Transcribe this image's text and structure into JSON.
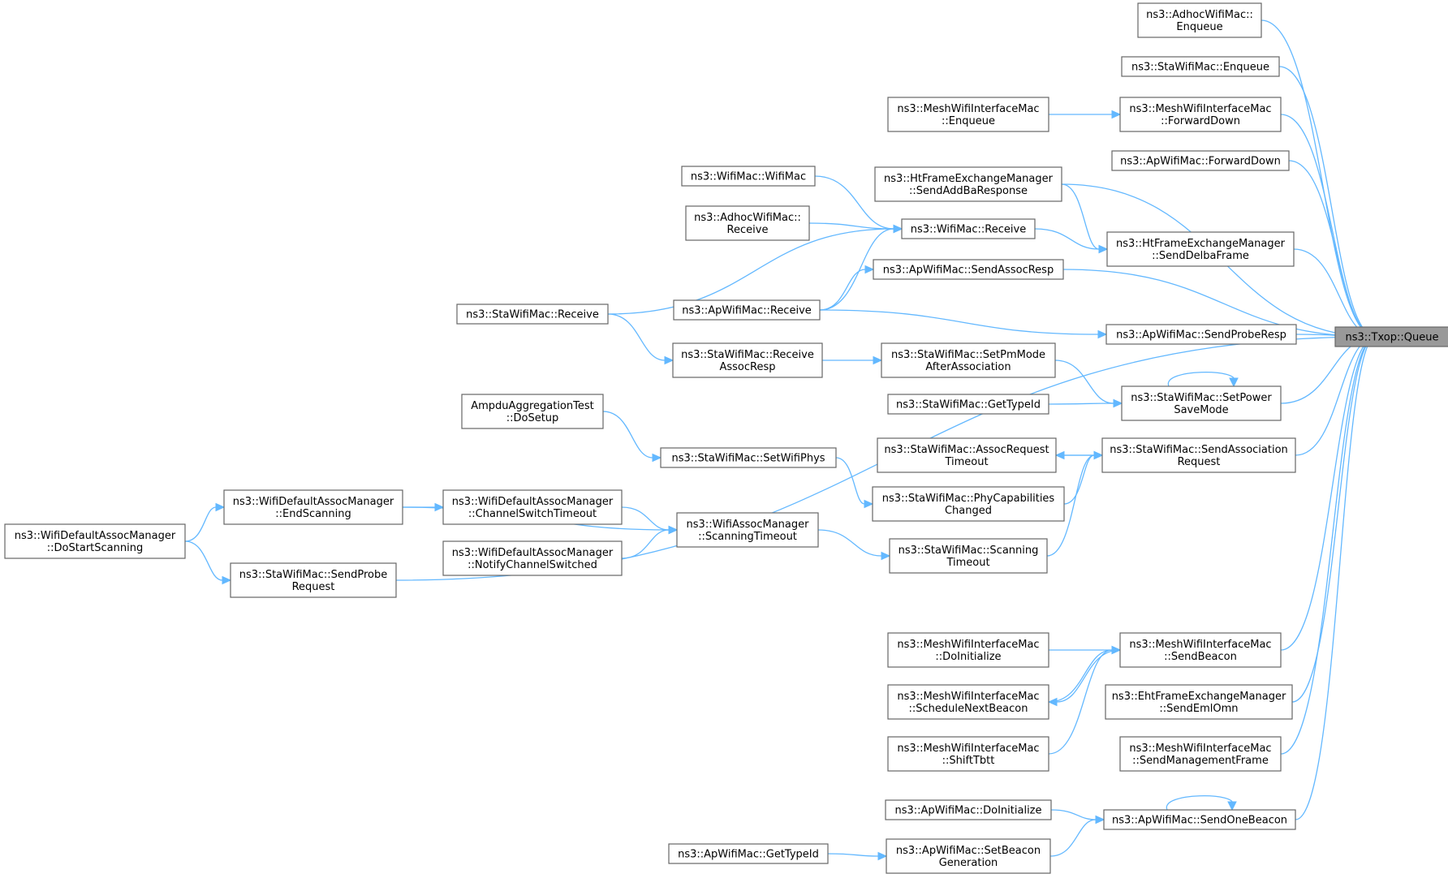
{
  "colors": {
    "edge": "#63b8ff",
    "node_border": "#666666",
    "node_fill": "#ffffff",
    "focus_fill": "#999999",
    "background": "#ffffff"
  },
  "nodes": [
    {
      "id": "queue",
      "lines": [
        "ns3::Txop::Queue"
      ],
      "focus": true
    },
    {
      "id": "adhoc_enqueue",
      "lines": [
        "ns3::AdhocWifiMac::",
        "Enqueue"
      ]
    },
    {
      "id": "sta_enqueue",
      "lines": [
        "ns3::StaWifiMac::Enqueue"
      ]
    },
    {
      "id": "mesh_enqueue",
      "lines": [
        "ns3::MeshWifiInterfaceMac",
        "::Enqueue"
      ]
    },
    {
      "id": "mesh_forwarddown",
      "lines": [
        "ns3::MeshWifiInterfaceMac",
        "::ForwardDown"
      ]
    },
    {
      "id": "ap_forwarddown",
      "lines": [
        "ns3::ApWifiMac::ForwardDown"
      ]
    },
    {
      "id": "ht_sendaddba",
      "lines": [
        "ns3::HtFrameExchangeManager",
        "::SendAddBaResponse"
      ]
    },
    {
      "id": "wifimac_ctor",
      "lines": [
        "ns3::WifiMac::WifiMac"
      ]
    },
    {
      "id": "adhoc_receive",
      "lines": [
        "ns3::AdhocWifiMac::",
        "Receive"
      ]
    },
    {
      "id": "wifimac_receive",
      "lines": [
        "ns3::WifiMac::Receive"
      ]
    },
    {
      "id": "ht_senddelba",
      "lines": [
        "ns3::HtFrameExchangeManager",
        "::SendDelbaFrame"
      ]
    },
    {
      "id": "ap_sendassocresp",
      "lines": [
        "ns3::ApWifiMac::SendAssocResp"
      ]
    },
    {
      "id": "sta_receive",
      "lines": [
        "ns3::StaWifiMac::Receive"
      ]
    },
    {
      "id": "ap_receive",
      "lines": [
        "ns3::ApWifiMac::Receive"
      ]
    },
    {
      "id": "ap_sendproberesp",
      "lines": [
        "ns3::ApWifiMac::SendProbeResp"
      ]
    },
    {
      "id": "sta_receiveassocresp",
      "lines": [
        "ns3::StaWifiMac::Receive",
        "AssocResp"
      ]
    },
    {
      "id": "sta_setpmmode",
      "lines": [
        "ns3::StaWifiMac::SetPmMode",
        "AfterAssociation"
      ]
    },
    {
      "id": "sta_setpowersave",
      "lines": [
        "ns3::StaWifiMac::SetPower",
        "SaveMode"
      ]
    },
    {
      "id": "sta_gettypeid",
      "lines": [
        "ns3::StaWifiMac::GetTypeId"
      ]
    },
    {
      "id": "ampdu_dosetup",
      "lines": [
        "AmpduAggregationTest",
        "::DoSetup"
      ]
    },
    {
      "id": "sta_assocreqtimeout",
      "lines": [
        "ns3::StaWifiMac::AssocRequest",
        "Timeout"
      ]
    },
    {
      "id": "sta_sendassocreq",
      "lines": [
        "ns3::StaWifiMac::SendAssociation",
        "Request"
      ]
    },
    {
      "id": "sta_setwifiphys",
      "lines": [
        "ns3::StaWifiMac::SetWifiPhys"
      ]
    },
    {
      "id": "wdam_endscanning",
      "lines": [
        "ns3::WifiDefaultAssocManager",
        "::EndScanning"
      ]
    },
    {
      "id": "wdam_chanswitchtimeout",
      "lines": [
        "ns3::WifiDefaultAssocManager",
        "::ChannelSwitchTimeout"
      ]
    },
    {
      "id": "sta_phycapchanged",
      "lines": [
        "ns3::StaWifiMac::PhyCapabilities",
        "Changed"
      ]
    },
    {
      "id": "wdam_dostartscanning",
      "lines": [
        "ns3::WifiDefaultAssocManager",
        "::DoStartScanning"
      ]
    },
    {
      "id": "wam_scanningtimeout",
      "lines": [
        "ns3::WifiAssocManager",
        "::ScanningTimeout"
      ]
    },
    {
      "id": "wdam_notifychanswitched",
      "lines": [
        "ns3::WifiDefaultAssocManager",
        "::NotifyChannelSwitched"
      ]
    },
    {
      "id": "sta_scanningtimeout",
      "lines": [
        "ns3::StaWifiMac::Scanning",
        "Timeout"
      ]
    },
    {
      "id": "sta_sendprobereq",
      "lines": [
        "ns3::StaWifiMac::SendProbe",
        "Request"
      ]
    },
    {
      "id": "mesh_doinitialize",
      "lines": [
        "ns3::MeshWifiInterfaceMac",
        "::DoInitialize"
      ]
    },
    {
      "id": "mesh_sendbeacon",
      "lines": [
        "ns3::MeshWifiInterfaceMac",
        "::SendBeacon"
      ]
    },
    {
      "id": "mesh_schedulenextbeacon",
      "lines": [
        "ns3::MeshWifiInterfaceMac",
        "::ScheduleNextBeacon"
      ]
    },
    {
      "id": "eht_sendemlomn",
      "lines": [
        "ns3::EhtFrameExchangeManager",
        "::SendEmlOmn"
      ]
    },
    {
      "id": "mesh_shifttbtt",
      "lines": [
        "ns3::MeshWifiInterfaceMac",
        "::ShiftTbtt"
      ]
    },
    {
      "id": "mesh_sendmgmtframe",
      "lines": [
        "ns3::MeshWifiInterfaceMac",
        "::SendManagementFrame"
      ]
    },
    {
      "id": "ap_doinitialize",
      "lines": [
        "ns3::ApWifiMac::DoInitialize"
      ]
    },
    {
      "id": "ap_sendonebeacon",
      "lines": [
        "ns3::ApWifiMac::SendOneBeacon"
      ]
    },
    {
      "id": "ap_gettypeid",
      "lines": [
        "ns3::ApWifiMac::GetTypeId"
      ]
    },
    {
      "id": "ap_setbeacongen",
      "lines": [
        "ns3::ApWifiMac::SetBeacon",
        "Generation"
      ]
    }
  ],
  "edges": [
    {
      "from": "adhoc_enqueue",
      "to": "queue"
    },
    {
      "from": "sta_enqueue",
      "to": "queue"
    },
    {
      "from": "mesh_forwarddown",
      "to": "queue"
    },
    {
      "from": "ap_forwarddown",
      "to": "queue"
    },
    {
      "from": "ht_sendaddba",
      "to": "queue"
    },
    {
      "from": "ht_senddelba",
      "to": "queue"
    },
    {
      "from": "ap_sendassocresp",
      "to": "queue"
    },
    {
      "from": "ap_sendproberesp",
      "to": "queue"
    },
    {
      "from": "sta_setpowersave",
      "to": "queue"
    },
    {
      "from": "sta_sendassocreq",
      "to": "queue"
    },
    {
      "from": "sta_sendprobereq",
      "to": "queue"
    },
    {
      "from": "mesh_sendbeacon",
      "to": "queue"
    },
    {
      "from": "eht_sendemlomn",
      "to": "queue"
    },
    {
      "from": "mesh_sendmgmtframe",
      "to": "queue"
    },
    {
      "from": "ap_sendonebeacon",
      "to": "queue"
    },
    {
      "from": "mesh_enqueue",
      "to": "mesh_forwarddown"
    },
    {
      "from": "ht_sendaddba",
      "to": "ht_senddelba"
    },
    {
      "from": "wifimac_receive",
      "to": "ht_senddelba"
    },
    {
      "from": "wifimac_ctor",
      "to": "wifimac_receive"
    },
    {
      "from": "adhoc_receive",
      "to": "wifimac_receive"
    },
    {
      "from": "sta_receive",
      "to": "wifimac_receive"
    },
    {
      "from": "ap_receive",
      "to": "wifimac_receive"
    },
    {
      "from": "ap_receive",
      "to": "ap_sendassocresp"
    },
    {
      "from": "ap_receive",
      "to": "ap_sendproberesp"
    },
    {
      "from": "sta_receive",
      "to": "sta_receiveassocresp"
    },
    {
      "from": "sta_receiveassocresp",
      "to": "sta_setpmmode"
    },
    {
      "from": "sta_setpmmode",
      "to": "sta_setpowersave"
    },
    {
      "from": "sta_gettypeid",
      "to": "sta_setpowersave"
    },
    {
      "from": "sta_setpowersave",
      "to": "sta_setpowersave",
      "self": true
    },
    {
      "from": "sta_sendassocreq",
      "to": "sta_assocreqtimeout"
    },
    {
      "from": "sta_assocreqtimeout",
      "to": "sta_sendassocreq"
    },
    {
      "from": "sta_phycapchanged",
      "to": "sta_sendassocreq"
    },
    {
      "from": "sta_scanningtimeout",
      "to": "sta_sendassocreq"
    },
    {
      "from": "ampdu_dosetup",
      "to": "sta_setwifiphys"
    },
    {
      "from": "sta_setwifiphys",
      "to": "sta_phycapchanged"
    },
    {
      "from": "wdam_endscanning",
      "to": "wam_scanningtimeout"
    },
    {
      "from": "wdam_chanswitchtimeout",
      "to": "wam_scanningtimeout"
    },
    {
      "from": "wdam_notifychanswitched",
      "to": "wam_scanningtimeout"
    },
    {
      "from": "wam_scanningtimeout",
      "to": "sta_scanningtimeout"
    },
    {
      "from": "wdam_endscanning",
      "to": "wdam_chanswitchtimeout"
    },
    {
      "from": "wdam_dostartscanning",
      "to": "wdam_endscanning"
    },
    {
      "from": "wdam_dostartscanning",
      "to": "sta_sendprobereq"
    },
    {
      "from": "mesh_doinitialize",
      "to": "mesh_sendbeacon"
    },
    {
      "from": "mesh_sendbeacon",
      "to": "mesh_schedulenextbeacon"
    },
    {
      "from": "mesh_schedulenextbeacon",
      "to": "mesh_sendbeacon"
    },
    {
      "from": "mesh_shifttbtt",
      "to": "mesh_sendbeacon"
    },
    {
      "from": "ap_doinitialize",
      "to": "ap_sendonebeacon"
    },
    {
      "from": "ap_setbeacongen",
      "to": "ap_sendonebeacon"
    },
    {
      "from": "ap_gettypeid",
      "to": "ap_setbeacongen"
    },
    {
      "from": "ap_sendonebeacon",
      "to": "ap_sendonebeacon",
      "self": true
    }
  ]
}
